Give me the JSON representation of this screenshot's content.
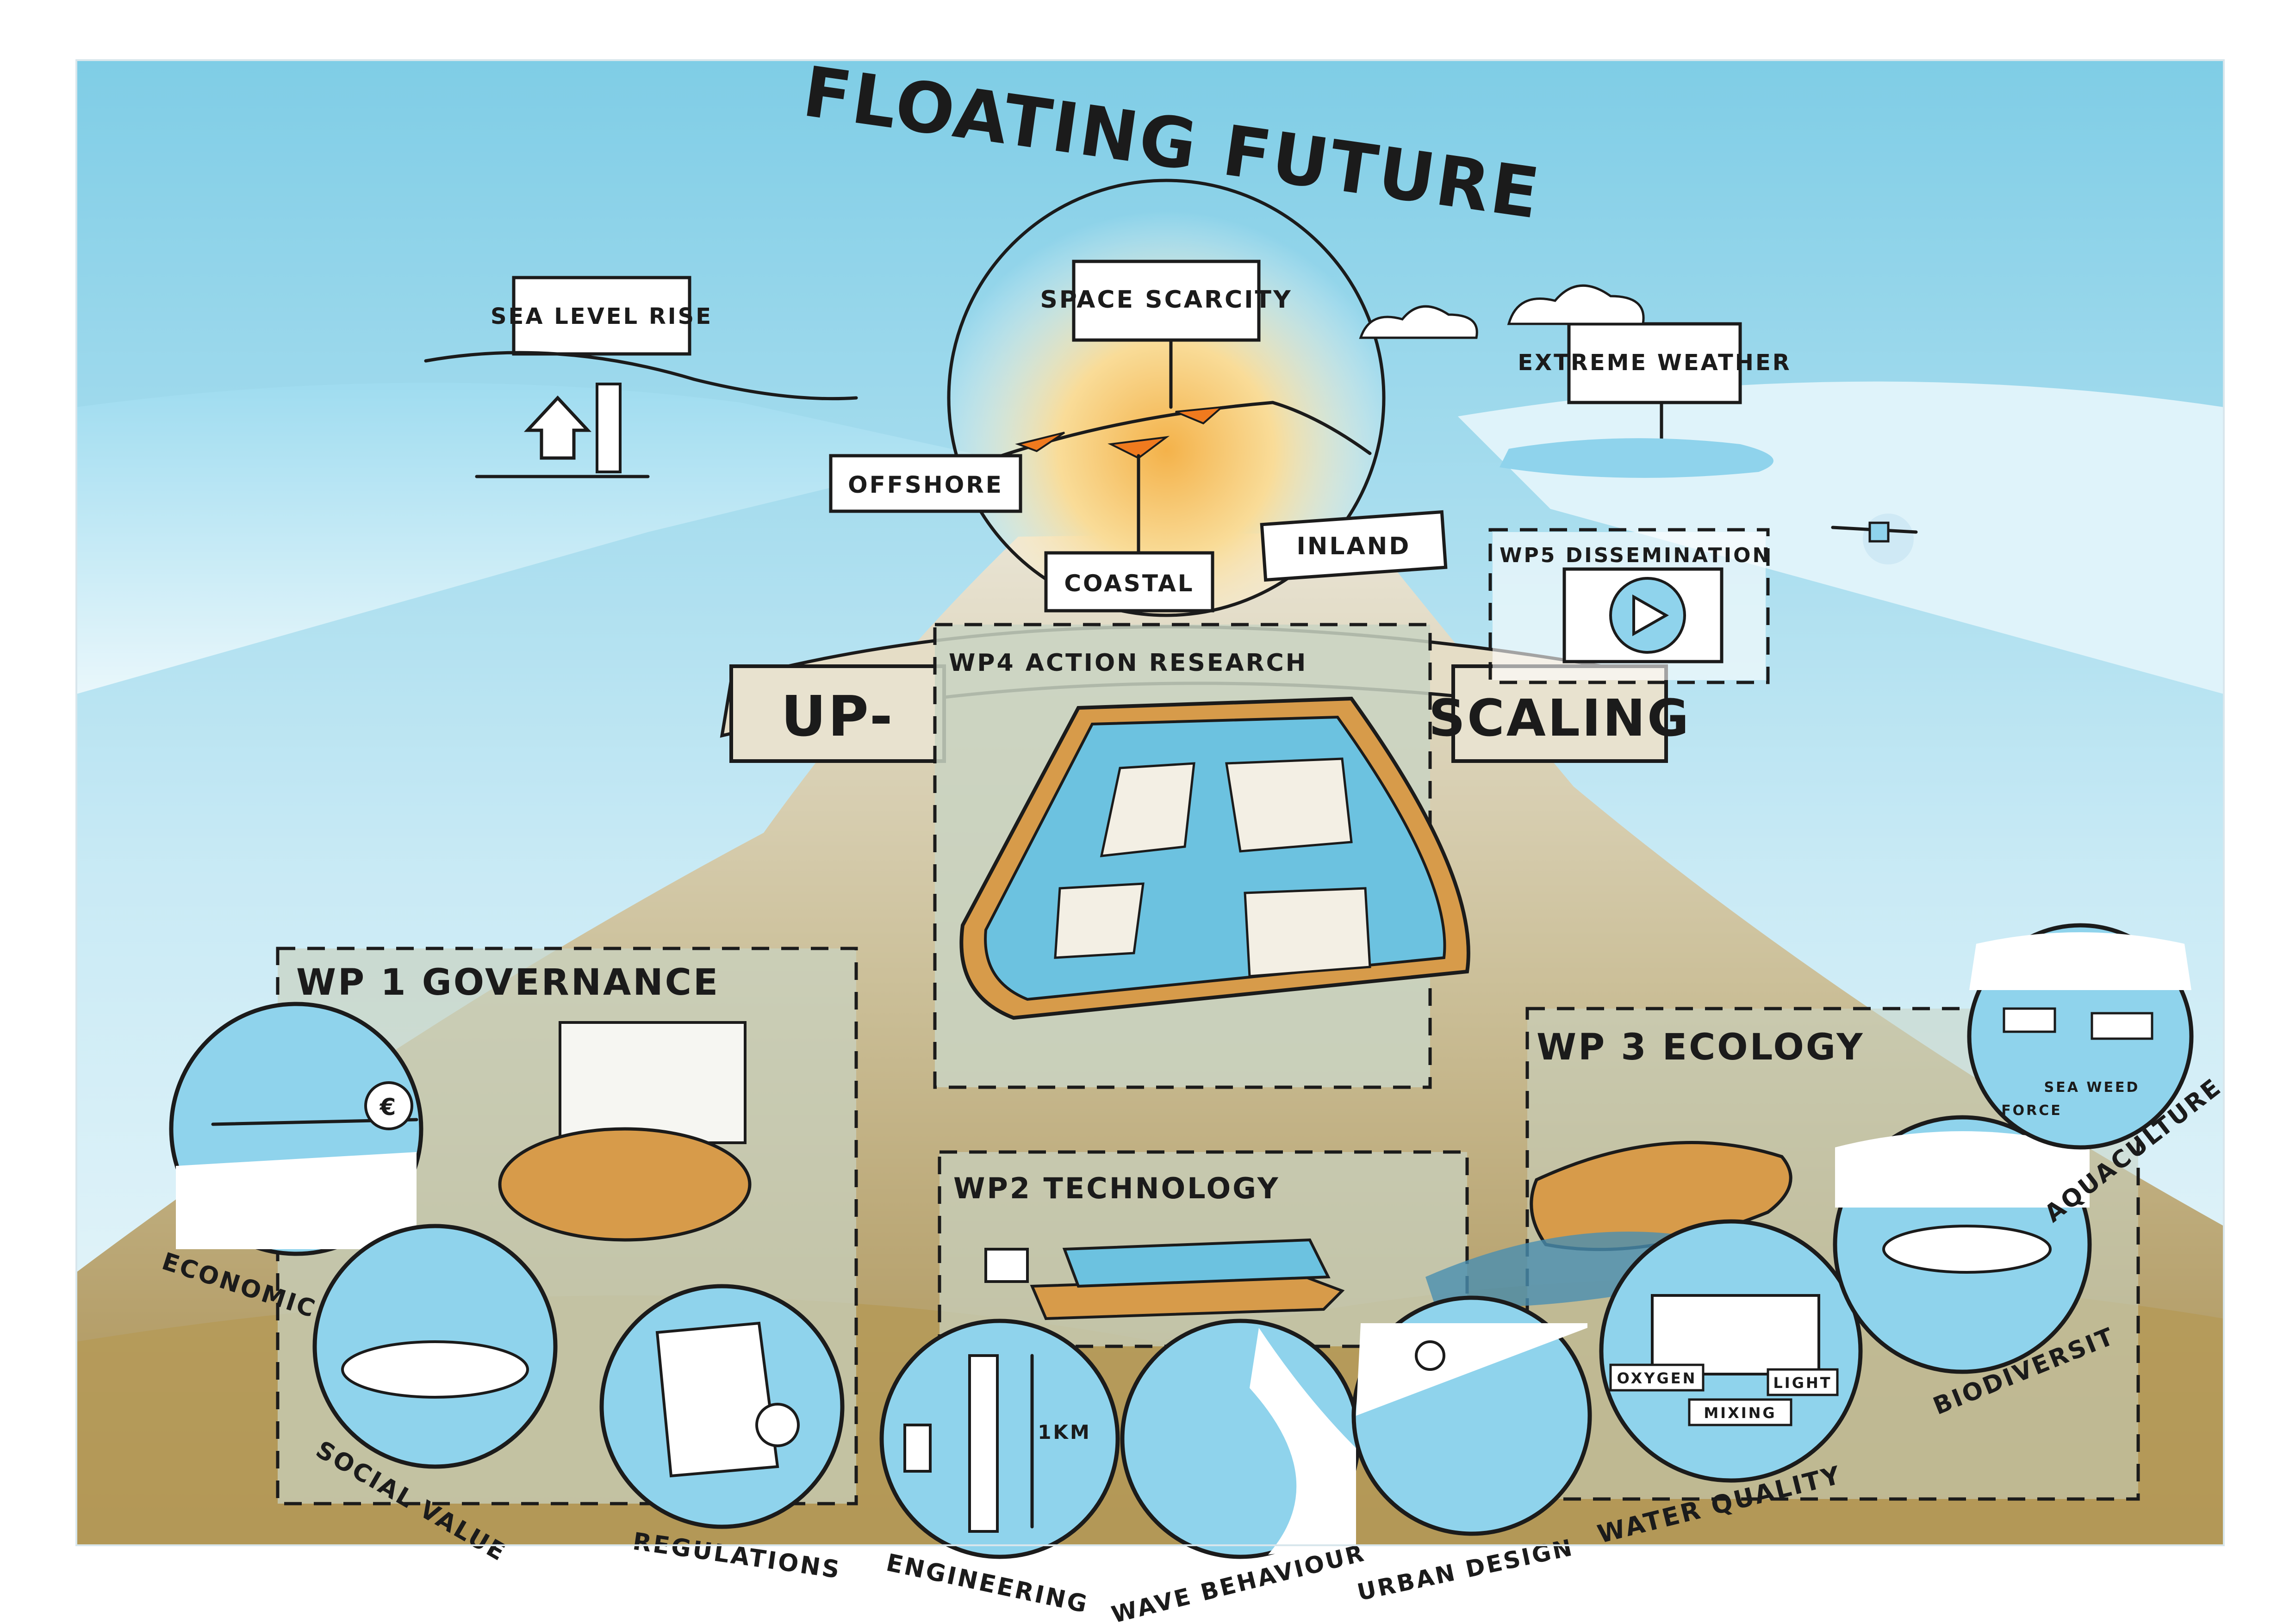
{
  "title": "FLOATING FUTURE",
  "challenges": {
    "sea_level": "SEA LEVEL RISE",
    "space": "SPACE SCARCITY",
    "weather": "EXTREME WEATHER"
  },
  "locations": {
    "offshore": "OFFSHORE",
    "coastal": "COASTAL",
    "inland": "INLAND"
  },
  "upscaling": {
    "left": "UP-",
    "right": "SCALING"
  },
  "work_packages": {
    "wp1": "WP 1 GOVERNANCE",
    "wp2": "WP2 TECHNOLOGY",
    "wp3": "WP 3 ECOLOGY",
    "wp4": "WP4 ACTION RESEARCH",
    "wp5": "WP5 DISSEMINATION"
  },
  "topics": {
    "economic_value": "ECONOMIC VALUE",
    "social_value": "SOCIAL VALUE",
    "regulations": "REGULATIONS",
    "engineering": "ENGINEERING",
    "wave_behaviour": "WAVE BEHAVIOUR",
    "urban_design": "URBAN DESIGN",
    "water_quality": "WATER QUALITY",
    "biodiversity": "BIODIVERSIT",
    "aquaculture": "AQUACULTURE"
  },
  "inner_labels": {
    "km": "1KM",
    "oxygen": "OXYGEN",
    "light": "LIGHT",
    "mixing": "MIXING",
    "force": "FORCE",
    "sea_weed": "SEA WEED",
    "euro": "€"
  },
  "colors": {
    "sky": "#bfe6f3",
    "water": "#8fd3ec",
    "ground": "#b49a5e",
    "box_fill": "#c9d3c2",
    "orange": "#f07a1e",
    "sun": "#f7c96a",
    "ink": "#1b1b1b"
  }
}
